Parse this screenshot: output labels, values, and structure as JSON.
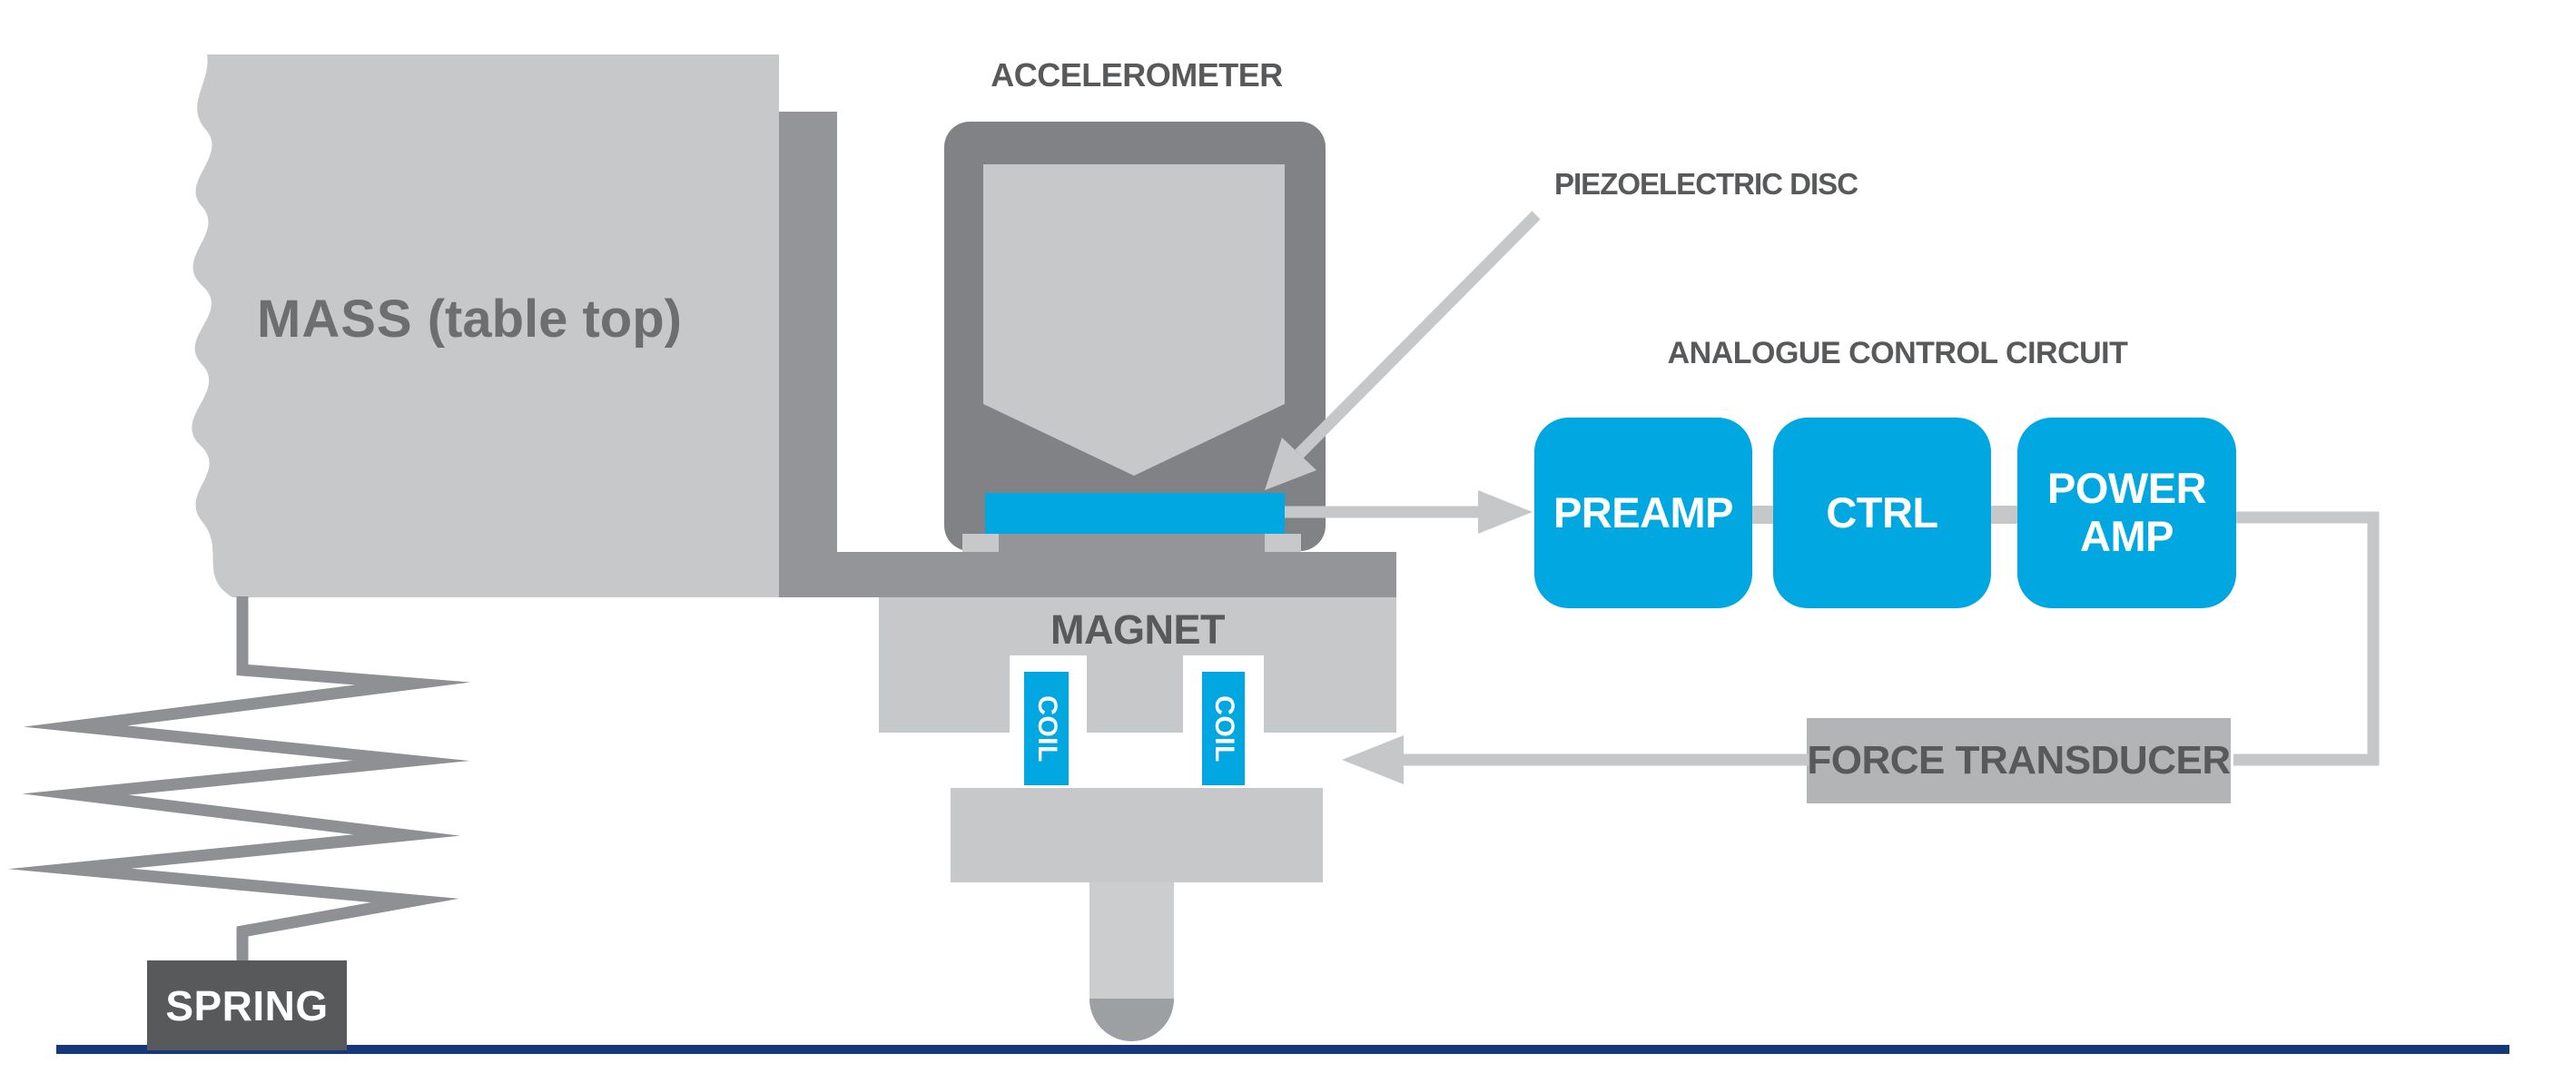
{
  "shaker": {
    "mass_label_bold": "MASS",
    "mass_label_paren": " (table top)",
    "spring_label": "SPRING",
    "magnet_label": "MAGNET",
    "coil_label": "COIL"
  },
  "sensor": {
    "accelerometer_label": "ACCELEROMETER",
    "piezo_label": "PIEZOELECTRIC DISC"
  },
  "circuit": {
    "title": "ANALOGUE CONTROL CIRCUIT",
    "blocks": [
      {
        "label": "PREAMP"
      },
      {
        "label": "CTRL"
      },
      {
        "label": "POWER AMP"
      }
    ],
    "force_transducer_label": "FORCE TRANSDUCER"
  },
  "colors": {
    "light_gray": "#c7c8ca",
    "mid_gray": "#939598",
    "housing_dark_gray": "#808285",
    "label_dark": "#58595b",
    "mass_text_gray": "#6d6e70",
    "arrow_gray": "#c6c7c9",
    "spring_gray": "#8e9093",
    "cyan_accent": "#00a7e0",
    "navy_baseline": "#15387d",
    "transducer_gray": "#b2b4b6",
    "stem_cap_gray": "#9da0a3"
  }
}
